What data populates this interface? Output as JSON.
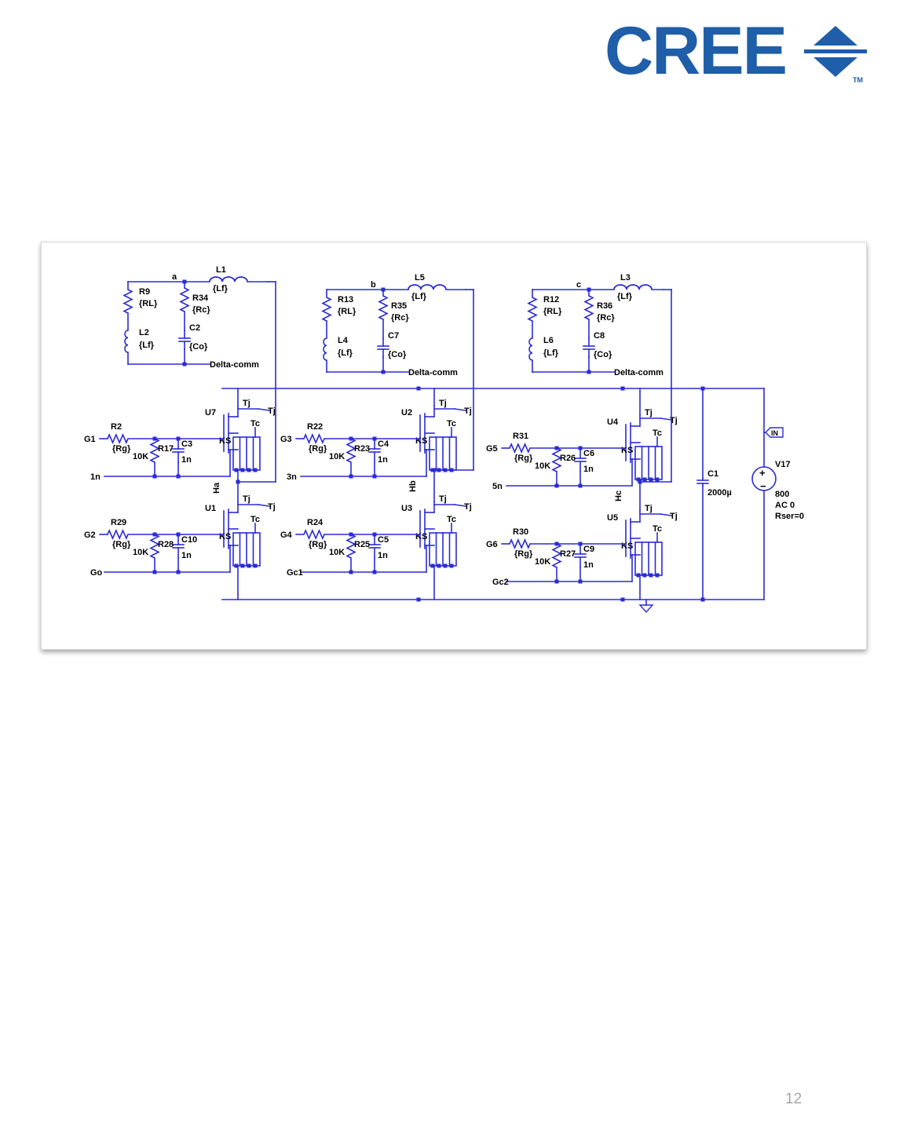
{
  "logo": {
    "text": "CREE",
    "tm": "TM",
    "color": "#1f5ea8"
  },
  "page_number": "12",
  "schematic": {
    "wire_color": "#2b2bd6",
    "label_color": "#000000",
    "load_blocks": [
      {
        "node": "a",
        "inductor": "L1",
        "inductor_val": "{Lf}",
        "r_load": "R9",
        "r_load_val": "{RL}",
        "l_load": "L2",
        "l_load_val": "{Lf}",
        "r_c": "R34",
        "r_c_val": "{Rc}",
        "cap": "C2",
        "cap_val": "{Co}",
        "ref": "Delta-comm"
      },
      {
        "node": "b",
        "inductor": "L5",
        "inductor_val": "{Lf}",
        "r_load": "R13",
        "r_load_val": "{RL}",
        "l_load": "L4",
        "l_load_val": "{Lf}",
        "r_c": "R35",
        "r_c_val": "{Rc}",
        "cap": "C7",
        "cap_val": "{Co}",
        "ref": "Delta-comm"
      },
      {
        "node": "c",
        "inductor": "L3",
        "inductor_val": "{Lf}",
        "r_load": "R12",
        "r_load_val": "{RL}",
        "l_load": "L6",
        "l_load_val": "{Lf}",
        "r_c": "R36",
        "r_c_val": "{Rc}",
        "cap": "C8",
        "cap_val": "{Co}",
        "ref": "Delta-comm"
      }
    ],
    "switches": [
      {
        "u": "U7",
        "g": "G1",
        "r": "R2",
        "rv": "{Rg}",
        "rpd": "R17",
        "rpdv": "10K",
        "c": "C3",
        "cv": "1n",
        "ret": "1n",
        "ks": "KS",
        "tj": "Tj",
        "tjo": "Tj",
        "tc": "Tc"
      },
      {
        "u": "U1",
        "g": "G2",
        "r": "R29",
        "rv": "{Rg}",
        "rpd": "R28",
        "rpdv": "10K",
        "c": "C10",
        "cv": "1n",
        "ret": "Go",
        "ks": "KS",
        "tj": "Tj",
        "tjo": "Tj",
        "tc": "Tc"
      },
      {
        "u": "U2",
        "g": "G3",
        "r": "R22",
        "rv": "{Rg}",
        "rpd": "R23",
        "rpdv": "10K",
        "c": "C4",
        "cv": "1n",
        "ret": "3n",
        "ks": "KS",
        "tj": "Tj",
        "tjo": "Tj",
        "tc": "Tc"
      },
      {
        "u": "U3",
        "g": "G4",
        "r": "R24",
        "rv": "{Rg}",
        "rpd": "R25",
        "rpdv": "10K",
        "c": "C5",
        "cv": "1n",
        "ret": "Gc1",
        "ks": "KS",
        "tj": "Tj",
        "tjo": "Tj",
        "tc": "Tc"
      },
      {
        "u": "U4",
        "g": "G5",
        "r": "R31",
        "rv": "{Rg}",
        "rpd": "R26",
        "rpdv": "10K",
        "c": "C6",
        "cv": "1n",
        "ret": "5n",
        "ks": "KS",
        "tj": "Tj",
        "tjo": "Tj",
        "tc": "Tc"
      },
      {
        "u": "U5",
        "g": "G6",
        "r": "R30",
        "rv": "{Rg}",
        "rpd": "R27",
        "rpdv": "10K",
        "c": "C9",
        "cv": "1n",
        "ret": "Gc2",
        "ks": "KS",
        "tj": "Tj",
        "tjo": "Tj",
        "tc": "Tc"
      }
    ],
    "mid_nodes": [
      "Ha",
      "Hb",
      "Hc"
    ],
    "dc_cap": {
      "name": "C1",
      "value": "2000µ"
    },
    "source": {
      "name": "V17",
      "value": "800",
      "ac": "AC 0",
      "rser": "Rser=0",
      "port": "IN",
      "plus": "+",
      "minus": "−"
    }
  }
}
